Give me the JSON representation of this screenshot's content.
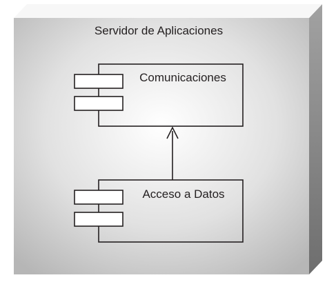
{
  "diagram": {
    "node_title": "Servidor de Aplicaciones",
    "components": [
      {
        "label": "Comunicaciones"
      },
      {
        "label": "Acceso a Datos"
      }
    ],
    "colors": {
      "node_face_light": "#ffffff",
      "node_face_dark": "#b6b6b6",
      "node_side_light": "#a2a2a2",
      "node_side_dark": "#6e6e6e",
      "stroke": "#231f20"
    }
  }
}
